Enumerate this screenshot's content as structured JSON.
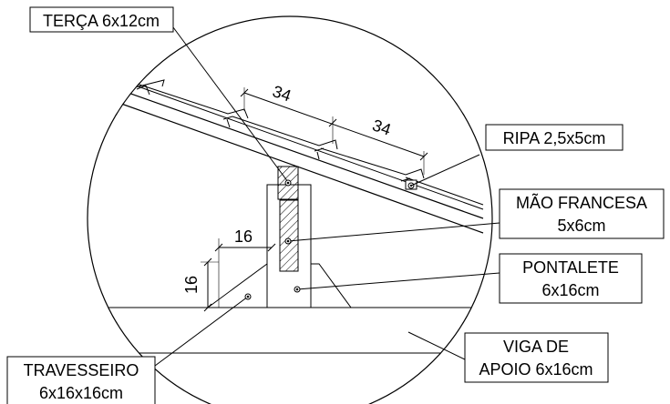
{
  "labels": {
    "terca": "TERÇA 6x12cm",
    "ripa": "RIPA 2,5x5cm",
    "mao_francesa_1": "MÃO FRANCESA",
    "mao_francesa_2": "5x6cm",
    "pontalete_1": "PONTALETE",
    "pontalete_2": "6x16cm",
    "viga_1": "VIGA DE",
    "viga_2": "APOIO 6x16cm",
    "travesseiro_1": "TRAVESSEIRO",
    "travesseiro_2": "6x16x16cm"
  },
  "dimensions": {
    "spacing_1": "34",
    "spacing_2": "34",
    "horizontal": "16",
    "vertical": "16"
  }
}
